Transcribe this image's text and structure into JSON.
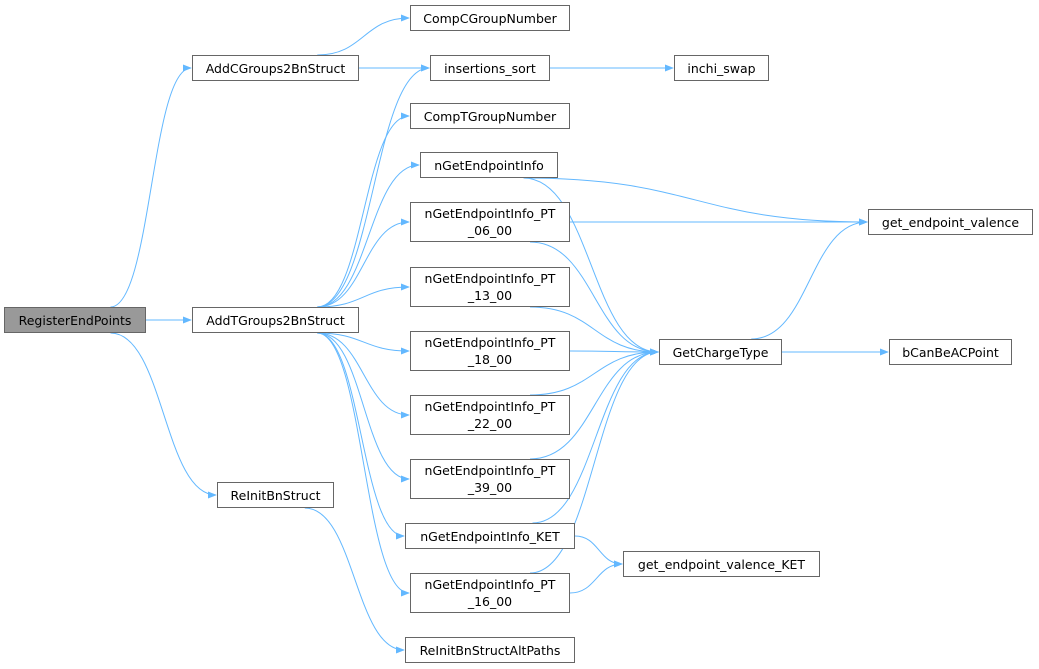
{
  "nodes": [
    {
      "id": "n0",
      "label": "RegisterEndPoints",
      "root": true
    },
    {
      "id": "n1",
      "label": "AddCGroups2BnStruct"
    },
    {
      "id": "n2",
      "label": "AddTGroups2BnStruct"
    },
    {
      "id": "n3",
      "label": "ReInitBnStruct"
    },
    {
      "id": "n4",
      "label": "CompCGroupNumber"
    },
    {
      "id": "n5",
      "label": "insertions_sort"
    },
    {
      "id": "n6",
      "label": "inchi_swap"
    },
    {
      "id": "n7",
      "label": "CompTGroupNumber"
    },
    {
      "id": "n8",
      "label": "nGetEndpointInfo"
    },
    {
      "id": "n9",
      "label": "nGetEndpointInfo_PT\n_06_00"
    },
    {
      "id": "n10",
      "label": "nGetEndpointInfo_PT\n_13_00"
    },
    {
      "id": "n11",
      "label": "nGetEndpointInfo_PT\n_18_00"
    },
    {
      "id": "n12",
      "label": "nGetEndpointInfo_PT\n_22_00"
    },
    {
      "id": "n13",
      "label": "nGetEndpointInfo_PT\n_39_00"
    },
    {
      "id": "n14",
      "label": "nGetEndpointInfo_KET"
    },
    {
      "id": "n15",
      "label": "nGetEndpointInfo_PT\n_16_00"
    },
    {
      "id": "n16",
      "label": "get_endpoint_valence"
    },
    {
      "id": "n17",
      "label": "GetChargeType"
    },
    {
      "id": "n18",
      "label": "bCanBeACPoint"
    },
    {
      "id": "n19",
      "label": "get_endpoint_valence_KET"
    },
    {
      "id": "n20",
      "label": "ReInitBnStructAltPaths"
    }
  ],
  "edges": [
    [
      "n0",
      "n1"
    ],
    [
      "n0",
      "n2"
    ],
    [
      "n0",
      "n3"
    ],
    [
      "n1",
      "n4"
    ],
    [
      "n1",
      "n5"
    ],
    [
      "n5",
      "n6"
    ],
    [
      "n2",
      "n5"
    ],
    [
      "n2",
      "n7"
    ],
    [
      "n2",
      "n8"
    ],
    [
      "n2",
      "n9"
    ],
    [
      "n2",
      "n10"
    ],
    [
      "n2",
      "n11"
    ],
    [
      "n2",
      "n12"
    ],
    [
      "n2",
      "n13"
    ],
    [
      "n2",
      "n14"
    ],
    [
      "n2",
      "n15"
    ],
    [
      "n8",
      "n16"
    ],
    [
      "n8",
      "n17"
    ],
    [
      "n9",
      "n16"
    ],
    [
      "n9",
      "n17"
    ],
    [
      "n10",
      "n17"
    ],
    [
      "n11",
      "n17"
    ],
    [
      "n12",
      "n17"
    ],
    [
      "n13",
      "n17"
    ],
    [
      "n14",
      "n17"
    ],
    [
      "n14",
      "n19"
    ],
    [
      "n15",
      "n17"
    ],
    [
      "n15",
      "n19"
    ],
    [
      "n17",
      "n16"
    ],
    [
      "n17",
      "n18"
    ],
    [
      "n3",
      "n20"
    ]
  ],
  "colors": {
    "edge": "#63b8ff",
    "node_border": "#666666",
    "root_fill": "#999999"
  }
}
